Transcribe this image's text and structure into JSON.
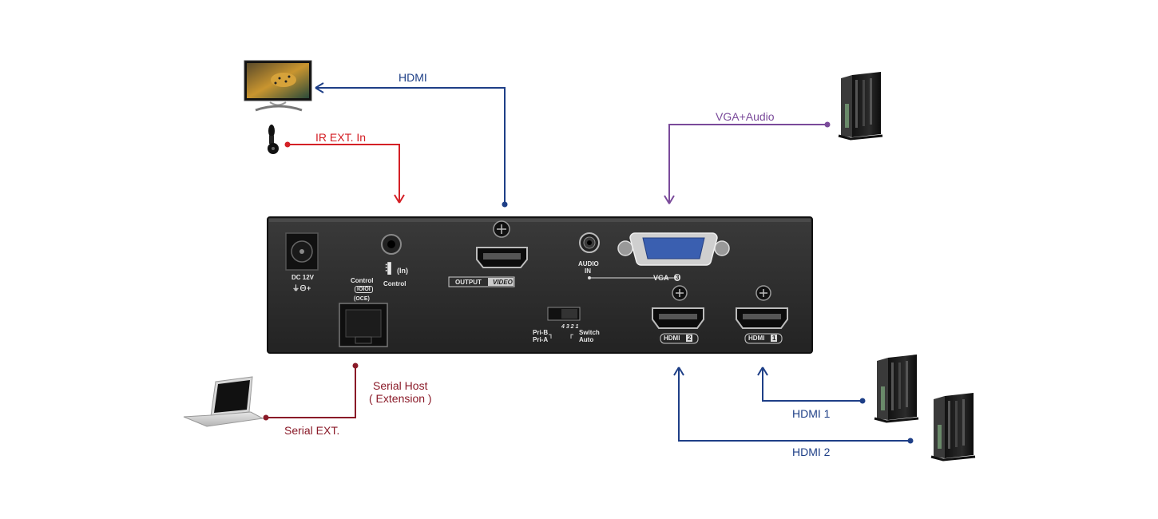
{
  "connections": {
    "hdmi_out": "HDMI",
    "ir_in": "IR EXT. In",
    "vga_audio": "VGA+Audio",
    "serial_host_line1": "Serial Host",
    "serial_host_line2": "( Extension )",
    "serial_ext": "Serial EXT.",
    "hdmi1": "HDMI 1",
    "hdmi2": "HDMI 2"
  },
  "panel": {
    "dc_line1": "DC 12V",
    "control_top": "Control",
    "control_port": "IOIOI",
    "control_sub": "(OCE)",
    "ir_in": "(In)",
    "ir_control": "Control",
    "output": "OUTPUT",
    "video": "VIDEO",
    "audio_line1": "AUDIO",
    "audio_line2": "IN",
    "vga": "VGA",
    "vga_num": "3",
    "pri_b": "Pri-B",
    "pri_a": "Pri-A",
    "switch": "Switch",
    "auto": "Auto",
    "dip_nums": "4 3 2 1",
    "hdmi2_label": "HDMI",
    "hdmi2_num": "2",
    "hdmi1_label": "HDMI",
    "hdmi1_num": "1"
  },
  "colors": {
    "blue": "#1e3f87",
    "red": "#d42026",
    "maroon": "#8a1a28",
    "purple": "#7a4a9a"
  }
}
